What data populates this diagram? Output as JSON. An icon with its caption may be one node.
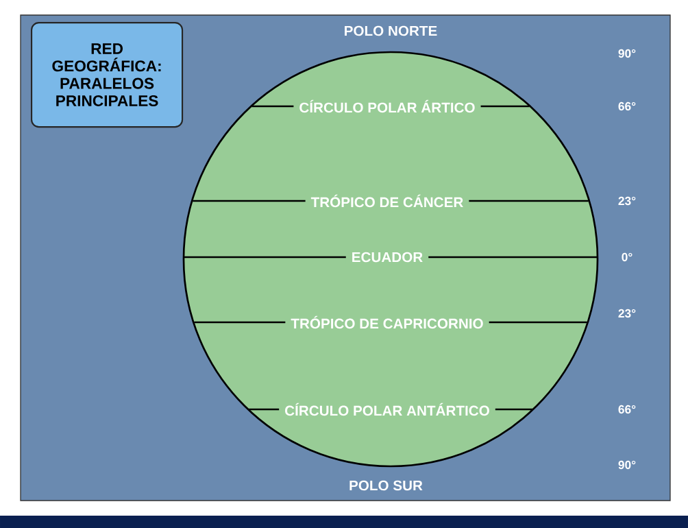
{
  "diagram": {
    "nodes": [
      {
        "text": [
          "RED GEOGRÁFICA: PARALELOS PRINCIPALES"
        ]
      },
      {
        "text": [
          "CÍRCULO POLAR ÁRTICO",
          "TRÓPICO DE CÁNCER",
          "ECUADOR",
          "TRÓPICO DE CAPRICORNIO",
          "CÍRCULO POLAR ANTÁRTICO"
        ]
      }
    ],
    "labels": [
      "POLO NORTE",
      "90°",
      "66°",
      "23°",
      "0°",
      "23°",
      "66°",
      "90°",
      "POLO SUR"
    ]
  }
}
